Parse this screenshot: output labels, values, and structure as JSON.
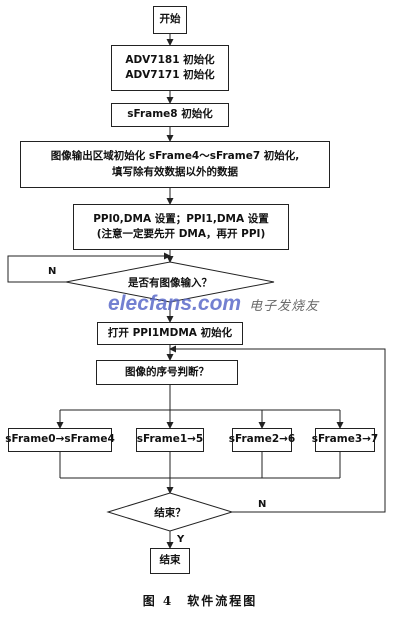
{
  "flowchart": {
    "start": "开始",
    "init_adv": [
      "ADV7181 初始化",
      "ADV7171 初始化"
    ],
    "init_sframe8": "sFrame8 初始化",
    "init_region": [
      "图像输出区域初始化 sFrame4～sFrame7 初始化,",
      "填写除有效数据以外的数据"
    ],
    "ppi_setup": [
      "PPI0,DMA 设置；PPI1,DMA 设置",
      "(注意一定要先开 DMA，再开 PPI)"
    ],
    "decision_input": "是否有图像输入？",
    "open_ppi1": "打开 PPI1MDMA 初始化",
    "frame_check": "图像的序号判断？",
    "branches": [
      "sFrame0→sFrame4",
      "sFrame1→5",
      "sFrame2→6",
      "sFrame3→7"
    ],
    "decision_end": "结束？",
    "end": "结束",
    "label_n_input": "N",
    "label_n_end": "N",
    "label_y_end": "Y"
  },
  "watermark": {
    "logo": "elecfans.com",
    "cn": "电子发烧友"
  },
  "caption": "图 4　软件流程图"
}
